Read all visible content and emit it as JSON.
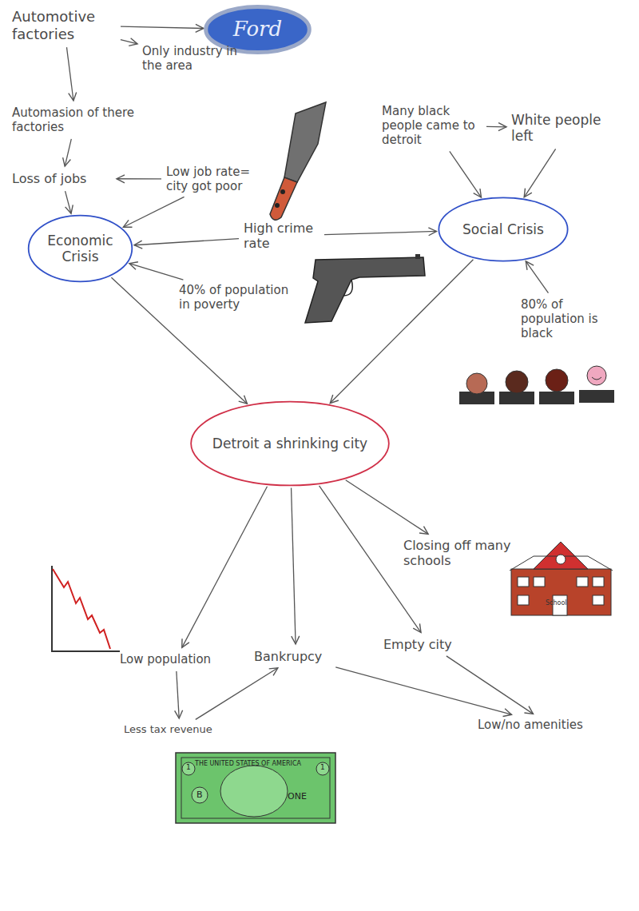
{
  "diagram": {
    "nodes": [
      {
        "text": [
          "Automotive factories"
        ]
      },
      {
        "text": [
          "Ford"
        ]
      },
      {
        "text": [
          "Only industry in the area"
        ]
      },
      {
        "text": [
          "Automasion of there factories"
        ]
      },
      {
        "text": [
          "Many black people came to detroit"
        ]
      },
      {
        "text": [
          "White people left"
        ]
      },
      {
        "text": [
          "Loss of jobs"
        ]
      },
      {
        "text": [
          "Low job rate= city got poor"
        ]
      },
      {
        "text": [
          "Economic Crisis"
        ]
      },
      {
        "text": [
          "High crime rate"
        ]
      },
      {
        "text": [
          "Social Crisis"
        ]
      },
      {
        "text": [
          "40% of population in poverty"
        ]
      },
      {
        "text": [
          "80% of population is black"
        ]
      },
      {
        "text": [
          "Detroit a shrinking city"
        ]
      },
      {
        "text": [
          "Closing off many schools"
        ]
      },
      {
        "text": [
          "Low population"
        ]
      },
      {
        "text": [
          "Bankrupcy"
        ]
      },
      {
        "text": [
          "Empty city"
        ]
      },
      {
        "text": [
          "Less tax revenue"
        ]
      },
      {
        "text": [
          "Low/no amenities"
        ]
      }
    ],
    "edges": [
      {
        "from": 0,
        "to": 1,
        "arrow": "to"
      },
      {
        "from": 0,
        "to": 2,
        "arrow": "to"
      },
      {
        "from": 0,
        "to": 3,
        "arrow": "to"
      },
      {
        "from": 3,
        "to": 6,
        "arrow": "to"
      },
      {
        "from": 7,
        "to": 6,
        "arrow": "to"
      },
      {
        "from": 6,
        "to": 8,
        "arrow": "to"
      },
      {
        "from": 7,
        "to": 8,
        "arrow": "to"
      },
      {
        "from": 9,
        "to": 8,
        "arrow": "to"
      },
      {
        "from": 9,
        "to": 10,
        "arrow": "to"
      },
      {
        "from": 11,
        "to": 8,
        "arrow": "to"
      },
      {
        "from": 4,
        "to": 5,
        "arrow": "to"
      },
      {
        "from": 4,
        "to": 10,
        "arrow": "to"
      },
      {
        "from": 5,
        "to": 10,
        "arrow": "to"
      },
      {
        "from": 12,
        "to": 10,
        "arrow": "to"
      },
      {
        "from": 8,
        "to": 13,
        "arrow": "to"
      },
      {
        "from": 10,
        "to": 13,
        "arrow": "to"
      },
      {
        "from": 13,
        "to": 15,
        "arrow": "to"
      },
      {
        "from": 13,
        "to": 16,
        "arrow": "to"
      },
      {
        "from": 13,
        "to": 17,
        "arrow": "to"
      },
      {
        "from": 13,
        "to": 14,
        "arrow": "to"
      },
      {
        "from": 15,
        "to": 18,
        "arrow": "to"
      },
      {
        "from": 18,
        "to": 16,
        "arrow": "to"
      },
      {
        "from": 16,
        "to": 19,
        "arrow": "to"
      },
      {
        "from": 17,
        "to": 19,
        "arrow": "to"
      }
    ],
    "labels": [
      "School",
      "THE UNITED STATES OF AMERICA",
      "1",
      "1",
      "B",
      "ONE"
    ]
  }
}
